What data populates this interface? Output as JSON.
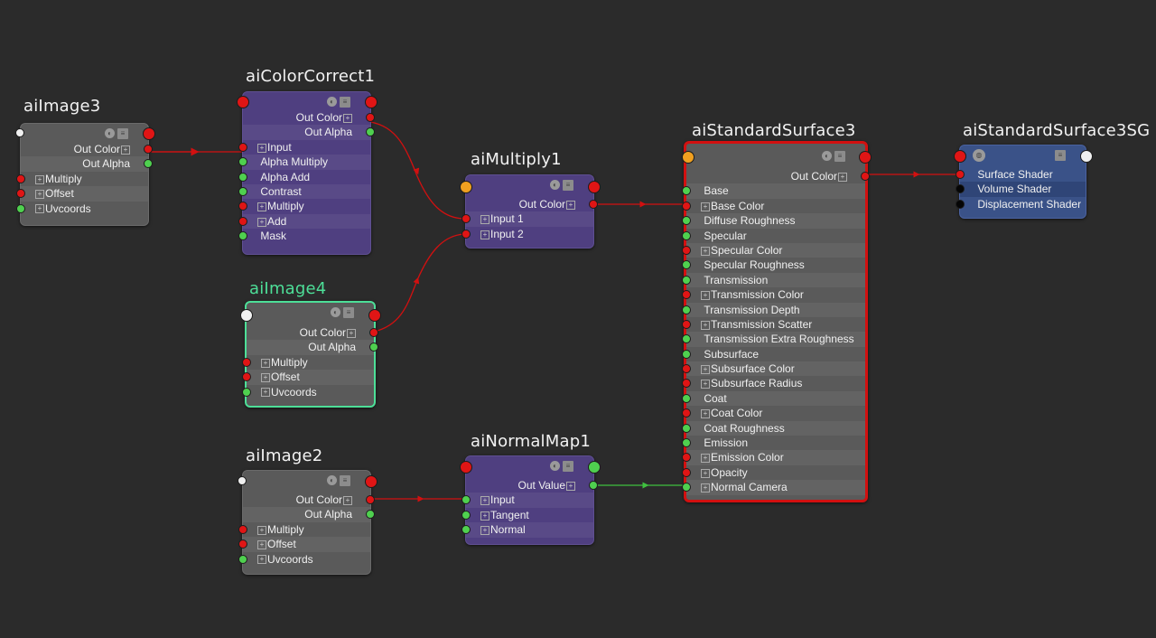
{
  "graph": {
    "nodes": {
      "aiImage3": {
        "title": "aiImage3",
        "outputs": [
          "Out Color",
          "Out Alpha"
        ],
        "inputs": [
          "Multiply",
          "Offset",
          "Uvcoords"
        ]
      },
      "aiColorCorrect1": {
        "title": "aiColorCorrect1",
        "outputs": [
          "Out Color",
          "Out Alpha"
        ],
        "inputs": [
          "Input",
          "Alpha Multiply",
          "Alpha Add",
          "Contrast",
          "Multiply",
          "Add",
          "Mask"
        ]
      },
      "aiImage4": {
        "title": "aiImage4",
        "outputs": [
          "Out Color",
          "Out Alpha"
        ],
        "inputs": [
          "Multiply",
          "Offset",
          "Uvcoords"
        ]
      },
      "aiImage2": {
        "title": "aiImage2",
        "outputs": [
          "Out Color",
          "Out Alpha"
        ],
        "inputs": [
          "Multiply",
          "Offset",
          "Uvcoords"
        ]
      },
      "aiMultiply1": {
        "title": "aiMultiply1",
        "outputs": [
          "Out Color"
        ],
        "inputs": [
          "Input 1",
          "Input 2"
        ]
      },
      "aiNormalMap1": {
        "title": "aiNormalMap1",
        "outputs": [
          "Out Value"
        ],
        "inputs": [
          "Input",
          "Tangent",
          "Normal"
        ]
      },
      "aiStandardSurface3": {
        "title": "aiStandardSurface3",
        "outputs": [
          "Out Color"
        ],
        "inputs": [
          "Base",
          "Base Color",
          "Diffuse Roughness",
          "Specular",
          "Specular Color",
          "Specular Roughness",
          "Transmission",
          "Transmission Color",
          "Transmission Depth",
          "Transmission Scatter",
          "Transmission Extra Roughness",
          "Subsurface",
          "Subsurface Color",
          "Subsurface Radius",
          "Coat",
          "Coat Color",
          "Coat Roughness",
          "Emission",
          "Emission Color",
          "Opacity",
          "Normal Camera"
        ]
      },
      "aiStandardSurface3SG": {
        "title": "aiStandardSurface3SG",
        "inputs": [
          "Surface Shader",
          "Volume Shader",
          "Displacement Shader"
        ]
      }
    },
    "colors": {
      "background": "#2b2b2b",
      "wire_red": "#d21010",
      "wire_green": "#3fc03f",
      "selected_title": "#4ddf98"
    }
  }
}
